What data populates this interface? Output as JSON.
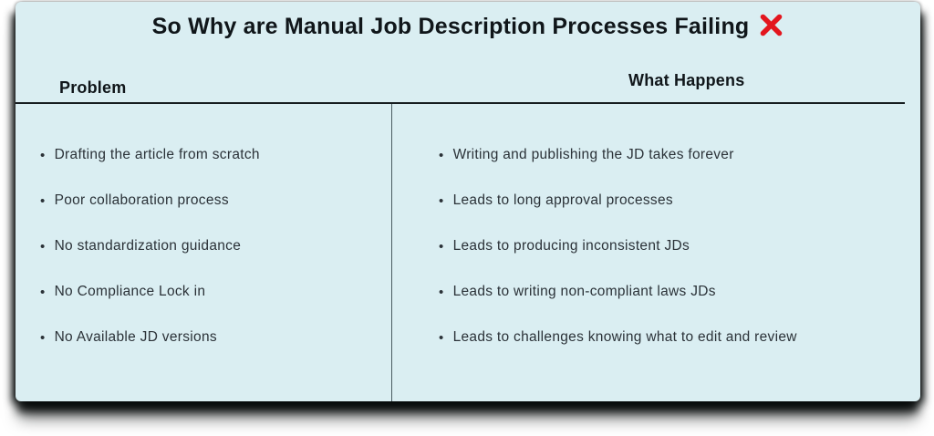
{
  "slide": {
    "title": "So Why are Manual Job Description Processes Failing",
    "bullet": "•",
    "columns": [
      {
        "header": "Problem",
        "items": [
          "Drafting the article from scratch",
          "Poor collaboration process",
          "No standardization guidance",
          "No Compliance Lock in",
          "No Available JD versions"
        ]
      },
      {
        "header": "What Happens",
        "items": [
          "Writing and publishing the JD takes forever",
          "Leads to long approval processes",
          "Leads to producing inconsistent JDs",
          "Leads to writing non-compliant laws JDs",
          "Leads to challenges knowing what to edit and review"
        ]
      }
    ],
    "colors": {
      "card_background": "#daeef2",
      "title_text": "#10161a",
      "body_text": "#2b3238",
      "x_mark_red": "#e3161e",
      "divider": "#161d20"
    }
  }
}
